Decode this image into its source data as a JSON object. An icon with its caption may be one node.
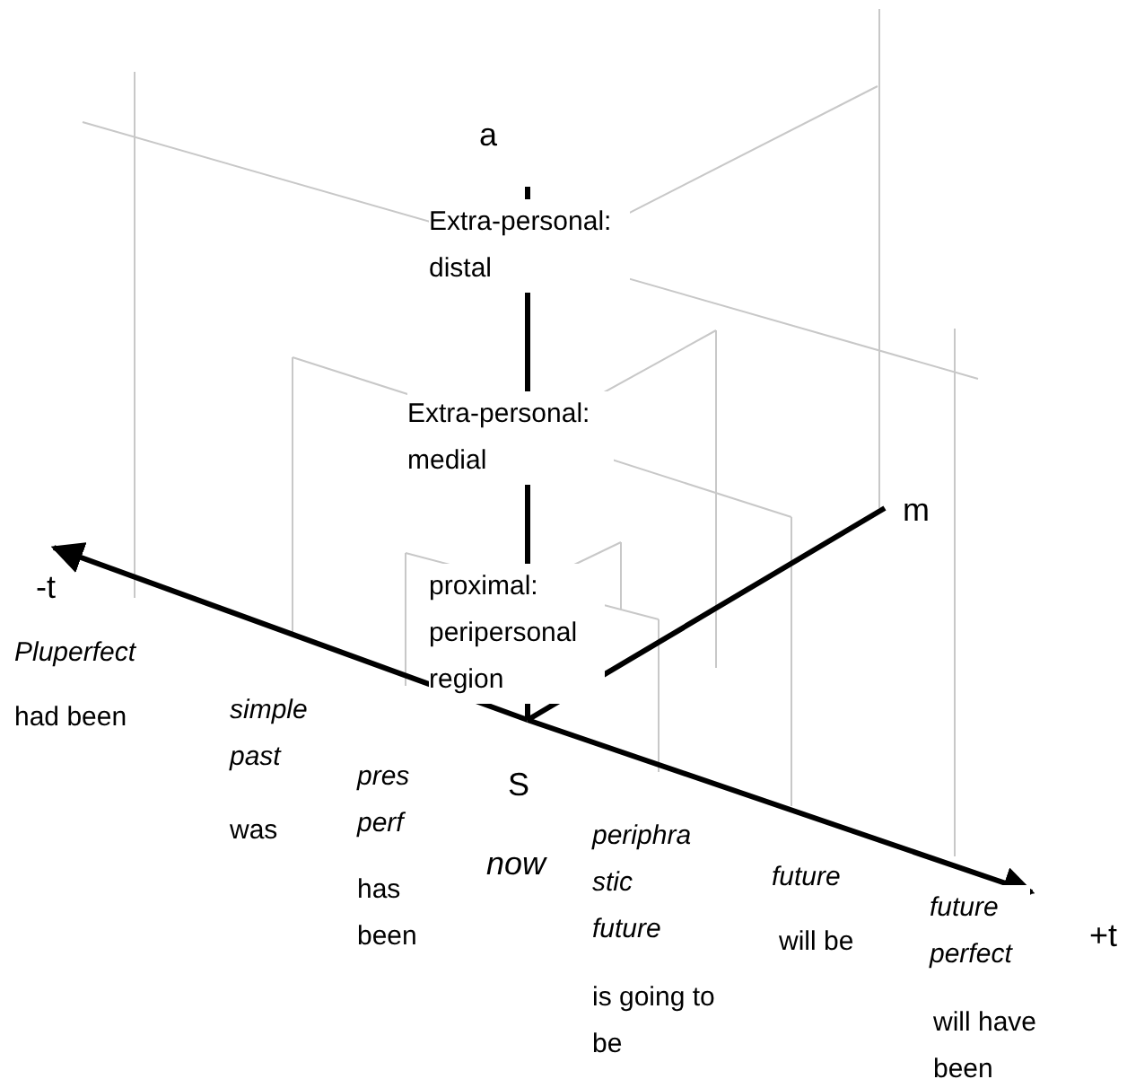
{
  "diagram": {
    "labels": [
      "a",
      "Extra-personal: distal",
      "Extra-personal: medial",
      "m",
      "-t",
      "proximal: peripersonal region",
      "Pluperfect",
      "had been",
      "simple past",
      "pres perf",
      "S",
      "was",
      "now",
      "periphra stic future",
      "future",
      "has been",
      "future perfect",
      "will be",
      "+t",
      "is going to be",
      "will have been"
    ]
  }
}
